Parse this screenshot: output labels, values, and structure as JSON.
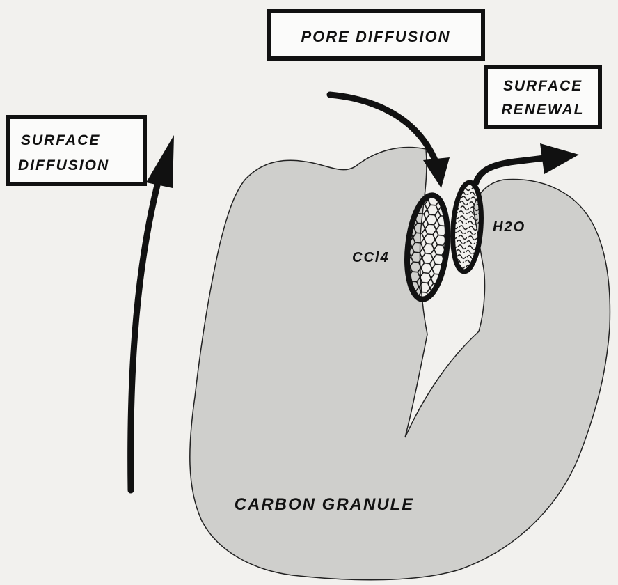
{
  "labels": {
    "pore_diffusion": "PORE DIFFUSION",
    "surface_renewal_line1": "SURFACE",
    "surface_renewal_line2": "RENEWAL",
    "surface_diffusion_line1": "SURFACE",
    "surface_diffusion_line2": "DIFFUSION",
    "ccl4": "CCl4",
    "h2o": "H2O",
    "carbon_granule": "CARBON GRANULE"
  },
  "colors": {
    "background": "#f2f1ee",
    "granule_fill": "#cfcfcc",
    "ink": "#111111"
  }
}
